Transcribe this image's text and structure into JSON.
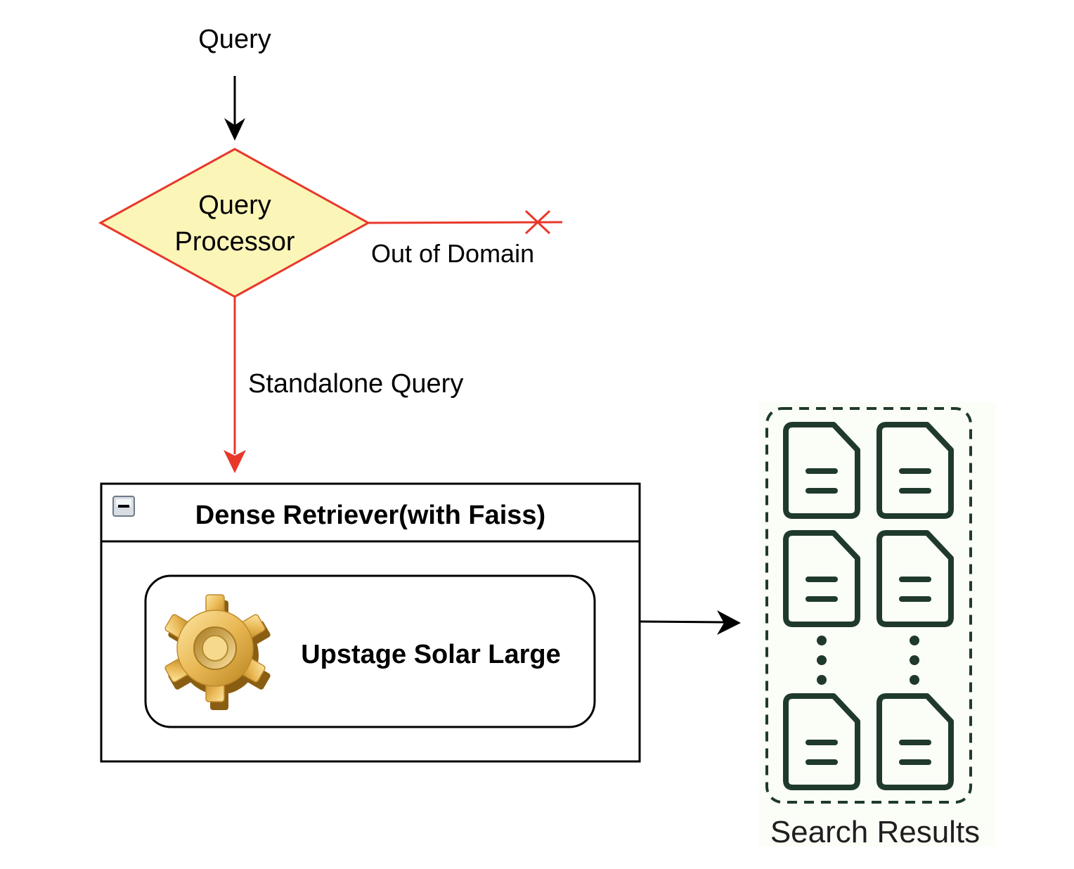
{
  "nodes": {
    "query": {
      "label": "Query"
    },
    "processor": {
      "line1": "Query",
      "line2": "Processor"
    },
    "retriever": {
      "title": "Dense Retriever(with Faiss)"
    },
    "model": {
      "label": "Upstage Solar Large",
      "icon": "gear-icon"
    },
    "results": {
      "label": "Search Results",
      "icon": "document-icon",
      "ellipsis_icon": "vertical-ellipsis-icon"
    }
  },
  "edges": {
    "out_of_domain": {
      "label": "Out of Domain",
      "terminator_icon": "x-mark-icon"
    },
    "standalone": {
      "label": "Standalone Query"
    }
  },
  "colors": {
    "decision_fill": "#fbf5b8",
    "decision_stroke": "#e8382a",
    "error_edge": "#e8382a",
    "document_stroke": "#1f3a2c",
    "results_background": "#fbfdf7",
    "gear_gold": "#e0b050"
  }
}
